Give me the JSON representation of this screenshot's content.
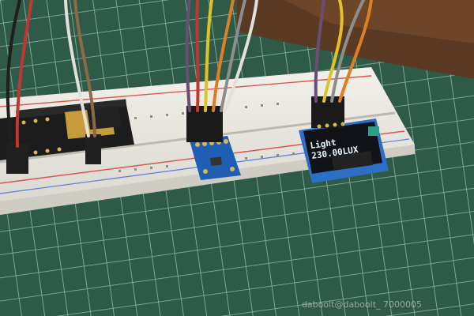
{
  "oled_display": {
    "line1": "Light",
    "line2": "230.00LUX"
  },
  "watermark": "daboolt@daboolt_ 7000005",
  "colors": {
    "cutting_mat": "#2f5a48",
    "grid_lines": "#8fb8a6",
    "breadboard": "#eceae4",
    "nodemcu_board": "#1c1c1c",
    "esp_shield": "#c79a3c",
    "sensor_pcb": "#1f5fb3",
    "oled_pcb": "#2d6fc4",
    "oled_screen": "#111318",
    "oled_pixels": "#e8f6ff",
    "wire_red": "#c1372f",
    "wire_yellow": "#e0c12a",
    "wire_orange": "#de7e24",
    "wire_purple": "#6a4d74",
    "wire_gray": "#8d8d8d",
    "wire_black": "#1f1f1f",
    "wire_white": "#e3e0da"
  }
}
